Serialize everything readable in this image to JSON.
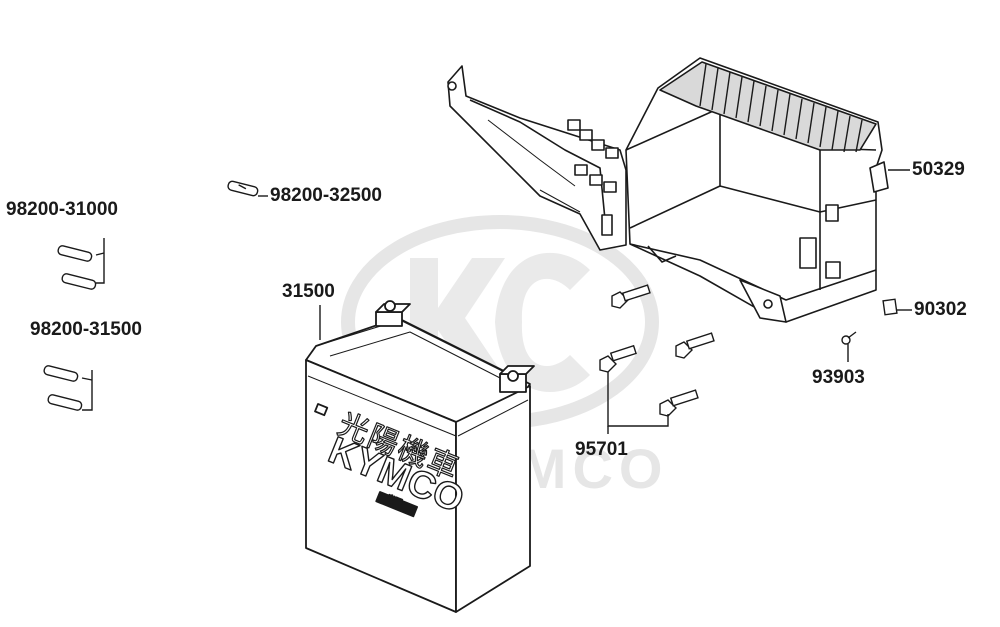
{
  "parts": {
    "p1": "98200-31000",
    "p2": "98200-32500",
    "p3": "98200-31500",
    "p4": "31500",
    "p5": "50329",
    "p6": "90302",
    "p7": "93903",
    "p8": "95701"
  },
  "battery": {
    "chinese_text": "光陽機車",
    "brand_text": "KYMCO",
    "badge_text": "光陽"
  },
  "watermark": {
    "text": "KYMCO"
  },
  "colors": {
    "line": "#1a1a1a",
    "watermark": "#e6e6e6",
    "fill": "#ffffff",
    "shade": "#b8b8b8"
  }
}
